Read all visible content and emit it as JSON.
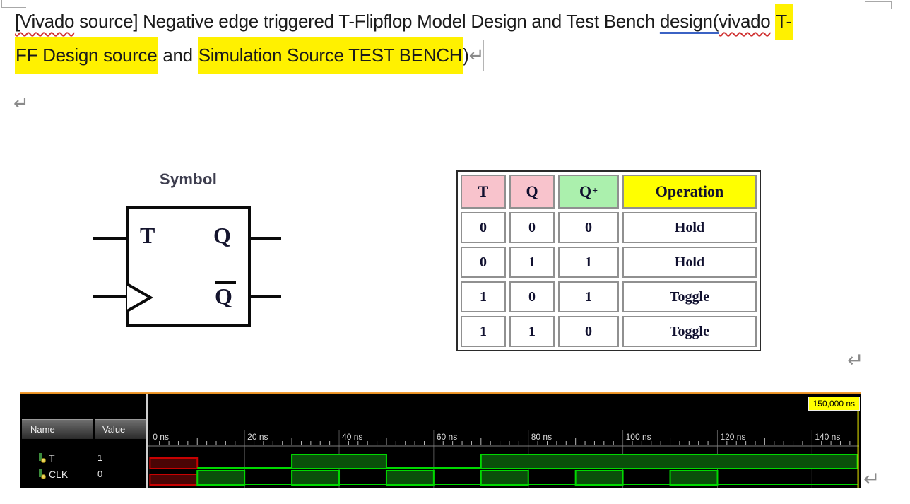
{
  "title": {
    "highlight_color": "#fff100",
    "lines": [
      {
        "segments": [
          {
            "text": "[Vivado",
            "style": "spell"
          },
          {
            "text": " source] Negative edge triggered T-Flipflop Model Design and Test Bench ",
            "style": "plain"
          },
          {
            "text": "design(",
            "style": "grammar"
          },
          {
            "text": "vivado",
            "style": "spell"
          },
          {
            "text": " ",
            "style": "plain"
          },
          {
            "text": "T-",
            "style": "highlight"
          }
        ],
        "end_mark": false
      },
      {
        "segments": [
          {
            "text": "FF Design source",
            "style": "highlight"
          },
          {
            "text": " and ",
            "style": "plain"
          },
          {
            "text": "Simulation Source TEST BENCH",
            "style": "highlight"
          },
          {
            "text": ")",
            "style": "plain"
          }
        ],
        "end_mark": true
      }
    ]
  },
  "marks": {
    "glyph": "↵"
  },
  "symbol_figure": {
    "caption": "Symbol",
    "input_label": "T",
    "output_label": "Q",
    "output_complement_label": "Q",
    "clock_input_icon": "edge-triangle"
  },
  "truth_table": {
    "headers": [
      {
        "label": "T",
        "sup": "",
        "bg": "#f8c3cc"
      },
      {
        "label": "Q",
        "sup": "",
        "bg": "#f8c3cc"
      },
      {
        "label": "Q",
        "sup": "+",
        "bg": "#abf0ad"
      },
      {
        "label": "Operation",
        "sup": "",
        "bg": "#ffff00"
      }
    ],
    "rows": [
      [
        "0",
        "0",
        "0",
        "Hold"
      ],
      [
        "0",
        "1",
        "1",
        "Hold"
      ],
      [
        "1",
        "0",
        "1",
        "Toggle"
      ],
      [
        "1",
        "1",
        "0",
        "Toggle"
      ]
    ]
  },
  "waveform": {
    "badge_label": "150,000 ns",
    "columns": {
      "name": "Name",
      "value": "Value"
    },
    "axis": {
      "unit": "ns",
      "start": 0,
      "end": 149.6,
      "major_ticks": [
        0,
        20,
        40,
        60,
        80,
        100,
        120,
        140
      ],
      "major_labels": [
        "0 ns",
        "20 ns",
        "40 ns",
        "60 ns",
        "80 ns",
        "100 ns",
        "120 ns",
        "140 ns"
      ],
      "mid_step": 10,
      "minor_step": 2
    },
    "signals": [
      {
        "name": "T",
        "value": "1",
        "icon": "single-bit-signal-icon",
        "wave": [
          [
            "x",
            0,
            10
          ],
          [
            "0",
            10,
            30
          ],
          [
            "1",
            30,
            50
          ],
          [
            "0",
            50,
            70
          ],
          [
            "1",
            70,
            149.6
          ]
        ]
      },
      {
        "name": "CLK",
        "value": "0",
        "icon": "single-bit-signal-icon",
        "wave": [
          [
            "x",
            0,
            10
          ],
          [
            "1",
            10,
            20
          ],
          [
            "0",
            20,
            30
          ],
          [
            "1",
            30,
            40
          ],
          [
            "0",
            40,
            50
          ],
          [
            "1",
            50,
            60
          ],
          [
            "0",
            60,
            70
          ],
          [
            "1",
            70,
            80
          ],
          [
            "0",
            80,
            90
          ],
          [
            "1",
            90,
            100
          ],
          [
            "0",
            100,
            110
          ],
          [
            "1",
            110,
            120
          ],
          [
            "0",
            120,
            149.6
          ]
        ]
      }
    ],
    "colors": {
      "background": "#000000",
      "top_border": "#e8860e",
      "signal_bright": "#00d800",
      "signal_fill": "#0a4f0a",
      "unknown_bright": "#c80202",
      "unknown_fill": "#4a0505",
      "grid": "#565656",
      "tick": "#b8b8b8",
      "axis_line": "#7d7d7d",
      "label": "#dcdcdc",
      "badge_bg": "#ffff00",
      "cursor_line": "#e8e800"
    }
  }
}
